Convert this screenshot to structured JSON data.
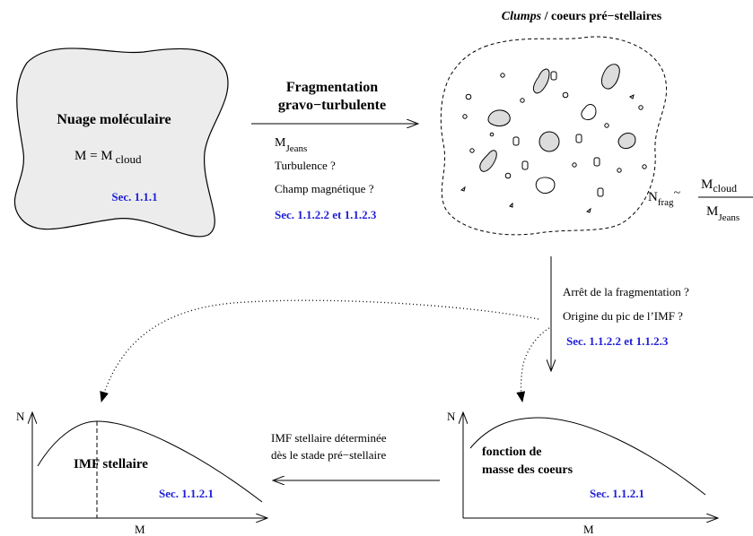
{
  "colors": {
    "reference": "#1f1fd6",
    "cloud_fill": "#ececec"
  },
  "cloud": {
    "title": "Nuage moléculaire",
    "mass_main": "M = M",
    "mass_sub": "cloud",
    "ref": "Sec. 1.1.1"
  },
  "fragmentation": {
    "title_line1": "Fragmentation",
    "title_line2": "gravo−turbulente",
    "factor_jeans_main": "M",
    "factor_jeans_sub": "Jeans",
    "factor_turbulence": "Turbulence ?",
    "factor_magnetic": "Champ magnétique ?",
    "ref": "Sec. 1.1.2.2 et 1.1.2.3"
  },
  "clumps": {
    "title_italic": "Clumps",
    "title_rest": " / coeurs pré−stellaires",
    "nfrag_main": "N",
    "nfrag_sub": "frag",
    "nfrag_tilde": "~",
    "ratio_num_main": "M",
    "ratio_num_sub": "cloud",
    "ratio_den_main": "M",
    "ratio_den_sub": "Jeans"
  },
  "questions": {
    "stop": "Arrêt de la fragmentation ?",
    "peak": "Origine du pic de l’IMF ?",
    "ref": "Sec. 1.1.2.2 et 1.1.2.3"
  },
  "imf_plot": {
    "y_axis": "N",
    "x_axis": "M",
    "label": "IMF stellaire",
    "ref": "Sec. 1.1.2.1"
  },
  "cmf_plot": {
    "y_axis": "N",
    "x_axis": "M",
    "label_line1": "fonction de",
    "label_line2": "masse des coeurs",
    "ref": "Sec. 1.1.2.1"
  },
  "determination": {
    "line1": "IMF stellaire déterminée",
    "line2": "dès le stade pré−stellaire"
  }
}
